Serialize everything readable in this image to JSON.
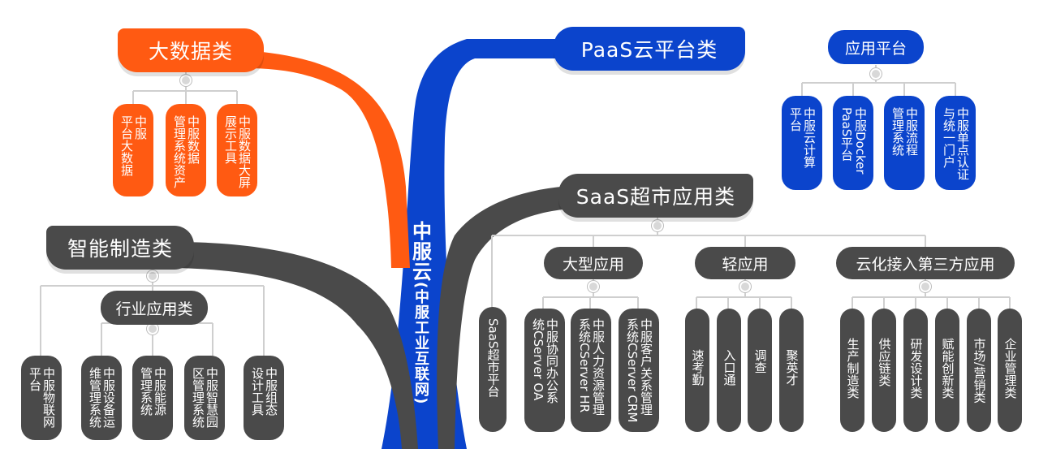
{
  "center": {
    "title": "中服云",
    "subtitle": "(中服工业互联网)"
  },
  "branches": {
    "bigdata": {
      "title": "大数据类",
      "color": "#ff5a12",
      "leaves": [
        {
          "cols": [
            "中服",
            "平台大数据"
          ]
        },
        {
          "cols": [
            "中服数据",
            "管理系统资产"
          ]
        },
        {
          "cols": [
            "中服数据大屏",
            "展示工具"
          ]
        }
      ]
    },
    "paas": {
      "title": "PaaS云平台类",
      "color": "#0b44cc",
      "sub": "应用平台",
      "leaves": [
        {
          "cols": [
            "中服云计算",
            "平台"
          ]
        },
        {
          "cols": [
            "中服Docker",
            "PaaS平台"
          ]
        },
        {
          "cols": [
            "中服流程",
            "管理系统"
          ]
        },
        {
          "cols": [
            "中服单点认证",
            "与统一门户"
          ]
        }
      ]
    },
    "smart": {
      "title": "智能制造类",
      "color": "#4a4a4a",
      "sub": "行业应用类",
      "leaves": [
        {
          "cols": [
            "中服物联网",
            "平台"
          ]
        },
        {
          "cols": [
            "中服设备运",
            "维管理系统"
          ]
        },
        {
          "cols": [
            "中服能源",
            "管理系统"
          ]
        },
        {
          "cols": [
            "中服智慧园",
            "区管理系统"
          ]
        },
        {
          "cols": [
            "中服组态",
            "设计工具"
          ]
        }
      ]
    },
    "saas": {
      "title": "SaaS超市应用类",
      "color": "#4a4a4a",
      "single": "SaaS超市平台",
      "groups": [
        {
          "label": "大型应用",
          "leaves": [
            {
              "cols": [
                "中服协同办公系",
                "统CServer OA"
              ]
            },
            {
              "cols": [
                "中服人力资源管理",
                "系统CServer HR"
              ]
            },
            {
              "cols": [
                "中服客户关系管理",
                "系统CServer CRM"
              ]
            }
          ]
        },
        {
          "label": "轻应用",
          "leaves": [
            {
              "cols": [
                "速考勤"
              ]
            },
            {
              "cols": [
                "入口通"
              ]
            },
            {
              "cols": [
                "调查"
              ]
            },
            {
              "cols": [
                "聚英才"
              ]
            }
          ]
        },
        {
          "label": "云化接入第三方应用",
          "leaves": [
            {
              "cols": [
                "生产制造类"
              ]
            },
            {
              "cols": [
                "供应链类"
              ]
            },
            {
              "cols": [
                "研发设计类"
              ]
            },
            {
              "cols": [
                "赋能创新类"
              ]
            },
            {
              "cols": [
                "市场/营销类"
              ]
            },
            {
              "cols": [
                "企业管理类"
              ]
            }
          ]
        }
      ]
    }
  }
}
